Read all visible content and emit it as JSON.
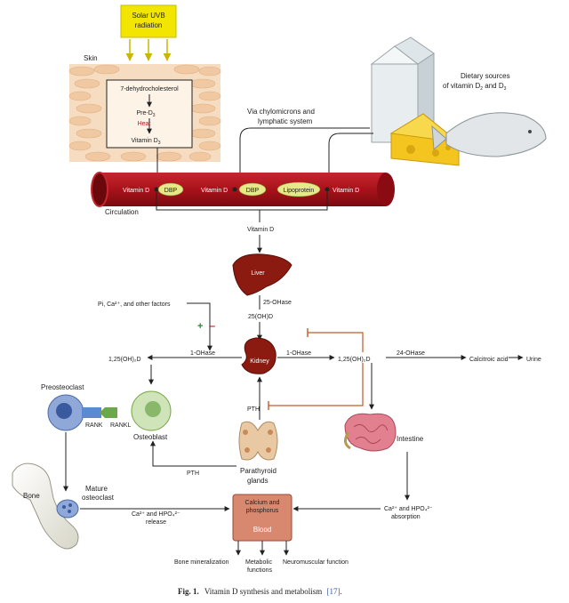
{
  "labels": {
    "uvb_line1": "Solar UVB",
    "uvb_line2": "radiation",
    "skin": "Skin",
    "dehydro": "7-dehydrocholesterol",
    "pre_d3": "Pre-D",
    "heat": "Heat",
    "vitamin_d3": "Vitamin D",
    "chylo_line1": "Via chylomicrons and",
    "chylo_line2": "lymphatic system",
    "dietary_line1": "Dietary sources",
    "dietary_line2": "of vitamin D",
    "dietary_and": "and D",
    "vitamin_d": "Vitamin D",
    "dbp": "DBP",
    "lipoprotein": "Lipoprotein",
    "circulation": "Circulation",
    "vitamin_d_below": "Vitamin D",
    "liver": "Liver",
    "hydroxylase_25": "25-OHase",
    "ohd_25": "25(OH)D",
    "factors": "Pi, Ca²⁺, and other factors",
    "plus": "+",
    "minus": "–",
    "kidney": "Kidney",
    "ohase_1_left": "1-OHase",
    "ohase_1_right": "1-OHase",
    "ohd2_left": "1,25(OH)₂D",
    "ohd2_right": "1,25(OH)₂D",
    "ohase_24": "24-OHase",
    "calcitroic": "Calcitroic acid",
    "urine": "Urine",
    "preosteoclast": "Preosteoclast",
    "rank": "RANK",
    "rankl": "RANKL",
    "osteoblast": "Osteoblast",
    "pth_kidney": "PTH",
    "pth_bone": "PTH",
    "parathyroid_line1": "Parathyroid",
    "parathyroid_line2": "glands",
    "intestine": "Intestine",
    "bone": "Bone",
    "mature_line1": "Mature",
    "mature_line2": "osteoclast",
    "release_line1": "Ca²⁺ and HPO₄²⁻",
    "release_line2": "release",
    "absorption_line1": "Ca²⁺ and HPO₄²⁻",
    "absorption_line2": "absorption",
    "calcium_line1": "Calcium and",
    "calcium_line2": "phosphorus",
    "blood": "Blood",
    "bone_min": "Bone mineralization",
    "metabolic_line1": "Metabolic",
    "metabolic_line2": "functions",
    "neuromuscular": "Neuromuscular function"
  },
  "subscripts": {
    "three": "3",
    "two": "2"
  },
  "caption": {
    "fig": "Fig. 1.",
    "text": "Vitamin D synthesis and metabolism",
    "ref": "[17]",
    "end": "."
  },
  "colors": {
    "uvb_box": "#f2e600",
    "vessel": "#a8121a",
    "blood_box": "#d98870",
    "organ": "#8b1a10",
    "ellipse": "#e6e88a",
    "feedback": "#c05a2a"
  }
}
